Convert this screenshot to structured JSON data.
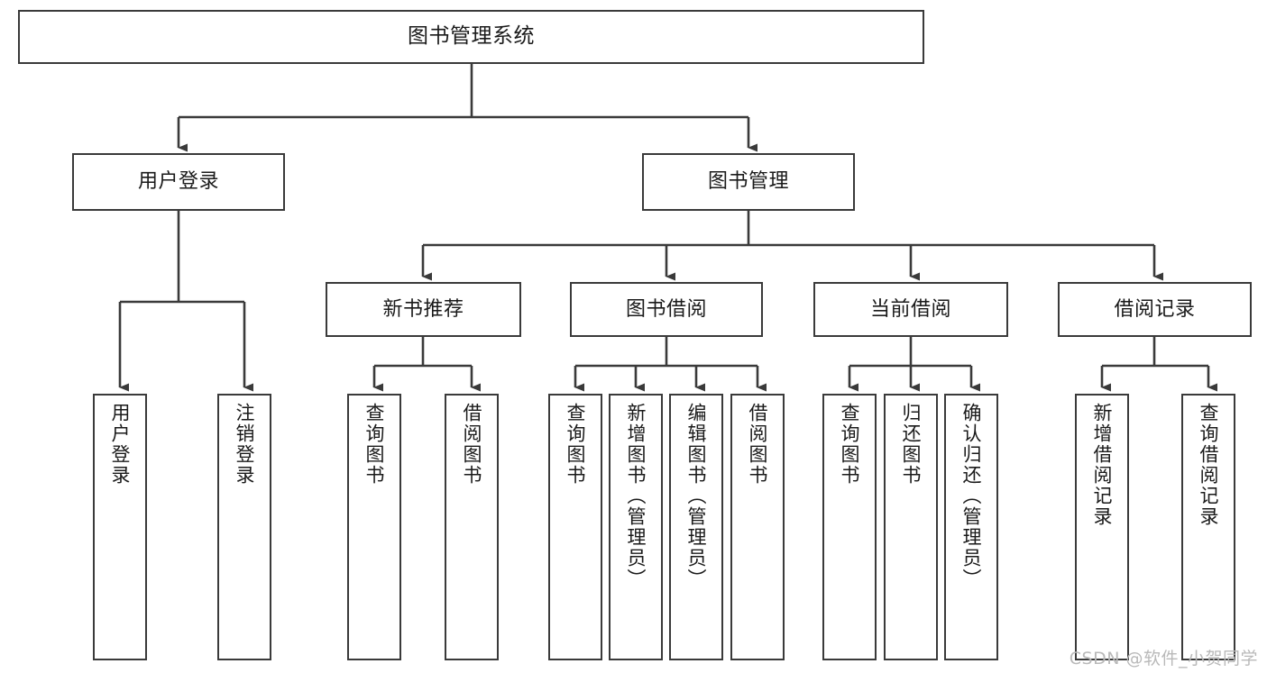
{
  "diagram": {
    "title": "图书管理系统",
    "watermark": "CSDN @软件_小贺同学",
    "line_color": "#3a3a3a",
    "box_border_color": "#3a3a3a",
    "background_color": "#ffffff",
    "text_color": "#1a1a1a",
    "levels": {
      "root": {
        "label": "图书管理系统"
      },
      "level2": [
        {
          "label": "用户登录"
        },
        {
          "label": "图书管理"
        }
      ],
      "level3": [
        {
          "label": "新书推荐"
        },
        {
          "label": "图书借阅"
        },
        {
          "label": "当前借阅"
        },
        {
          "label": "借阅记录"
        }
      ],
      "leaves": [
        {
          "label": "用户登录",
          "parent": "用户登录"
        },
        {
          "label": "注销登录",
          "parent": "用户登录"
        },
        {
          "label": "查询图书",
          "parent": "新书推荐"
        },
        {
          "label": "借阅图书",
          "parent": "新书推荐"
        },
        {
          "label": "查询图书",
          "parent": "图书借阅"
        },
        {
          "label": "新增图书（管理员）",
          "parent": "图书借阅"
        },
        {
          "label": "编辑图书（管理员）",
          "parent": "图书借阅"
        },
        {
          "label": "借阅图书",
          "parent": "图书借阅"
        },
        {
          "label": "查询图书",
          "parent": "当前借阅"
        },
        {
          "label": "归还图书",
          "parent": "当前借阅"
        },
        {
          "label": "确认归还（管理员）",
          "parent": "当前借阅"
        },
        {
          "label": "新增借阅记录",
          "parent": "借阅记录"
        },
        {
          "label": "查询借阅记录",
          "parent": "借阅记录"
        }
      ]
    }
  }
}
